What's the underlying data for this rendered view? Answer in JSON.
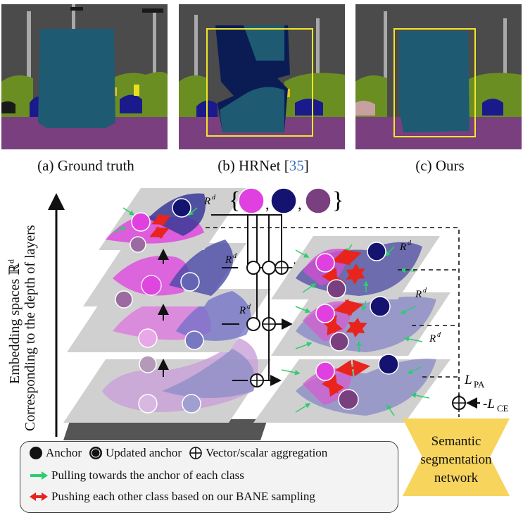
{
  "panels": [
    {
      "caption_prefix": "(a) Ground truth",
      "citation": "",
      "caption_suffix": ""
    },
    {
      "caption_prefix": "(b) HRNet [",
      "citation": "35",
      "caption_suffix": "]"
    },
    {
      "caption_prefix": "(c) Ours",
      "citation": "",
      "caption_suffix": ""
    }
  ],
  "axis_label_line1": "Embedding spaces ℝ",
  "axis_label_sup": "d",
  "axis_label_line2": "Corresponding to the depth of layers",
  "space_label": "R",
  "space_label_sup": "d",
  "anchor_set": {
    "open": "{",
    "close": "}",
    "sep": ","
  },
  "loss_pa": "L",
  "loss_pa_sub": "PA",
  "loss_ce": "-L",
  "loss_ce_sub": "CE",
  "network_line1": "Semantic",
  "network_line2": "segmentation",
  "network_line3": "network",
  "legend": {
    "anchor": "Anchor",
    "updated_anchor": "Updated anchor",
    "aggregation": "Vector/scalar aggregation",
    "pulling": "Pulling towards the anchor of each class",
    "pushing": "Pushing each other class based on our BANE sampling"
  },
  "colors": {
    "road": "#7a3f7f",
    "sky": "#4b4b4b",
    "truck": "#1f5a73",
    "hrnet_truck": "#0b1c55",
    "vegetation": "#6b8e23",
    "car": "#1a1a8c",
    "highlight_box": "#f2e628",
    "class1": "#e040e0",
    "class2": "#141470",
    "class3": "#7a3f7f",
    "pull_arrow": "#2ecc71",
    "push_arrow": "#e8241c",
    "network": "#f7d45c"
  }
}
